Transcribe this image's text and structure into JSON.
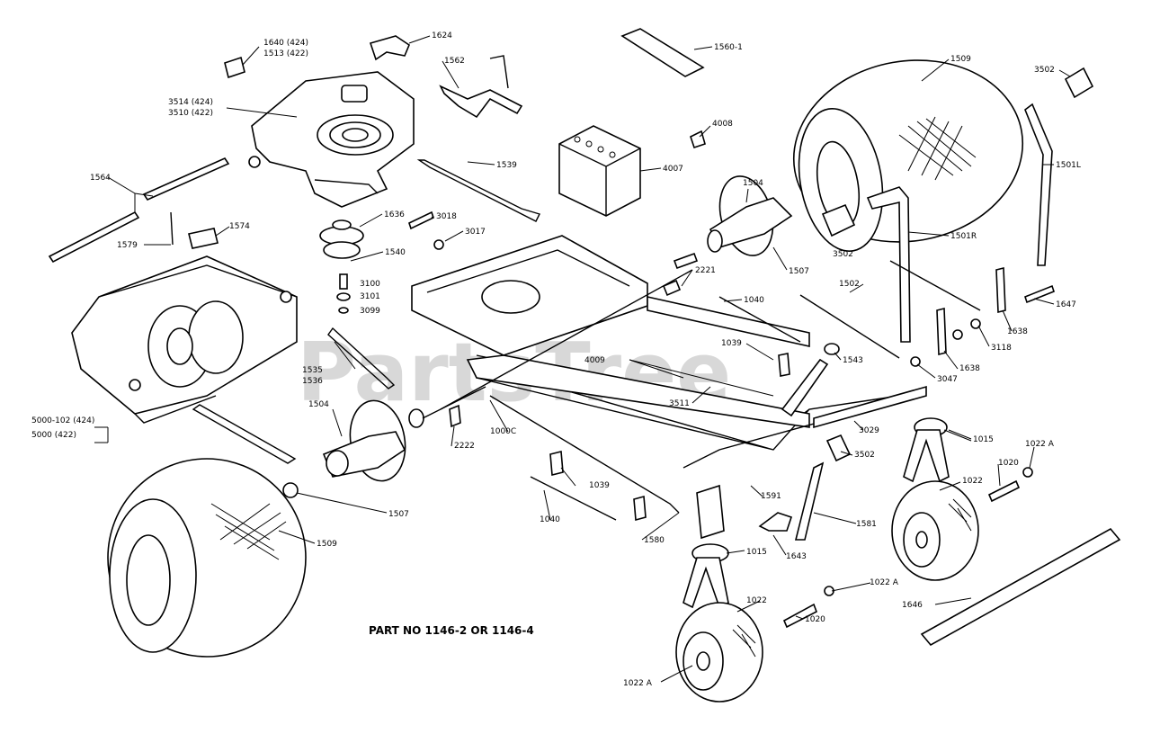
{
  "diagram": {
    "title": "PART NO 1146-2 OR 1146-4",
    "watermark": "PartsTree",
    "labels": [
      {
        "id": "l1640",
        "text": "1640 (424)"
      },
      {
        "id": "l1513",
        "text": "1513 (422)"
      },
      {
        "id": "l1624",
        "text": "1624"
      },
      {
        "id": "l1560",
        "text": "1560-1"
      },
      {
        "id": "l1562",
        "text": "1562"
      },
      {
        "id": "l1509a",
        "text": "1509"
      },
      {
        "id": "l3502a",
        "text": "3502"
      },
      {
        "id": "l3514",
        "text": "3514 (424)"
      },
      {
        "id": "l3510",
        "text": "3510 (422)"
      },
      {
        "id": "l4008",
        "text": "4008"
      },
      {
        "id": "l1501L",
        "text": "1501L"
      },
      {
        "id": "l1539",
        "text": "1539"
      },
      {
        "id": "l4007",
        "text": "4007"
      },
      {
        "id": "l1564",
        "text": "1564"
      },
      {
        "id": "l1504a",
        "text": "1504"
      },
      {
        "id": "l1636",
        "text": "1636"
      },
      {
        "id": "l3018",
        "text": "3018"
      },
      {
        "id": "l3017",
        "text": "3017"
      },
      {
        "id": "l1574",
        "text": "1574"
      },
      {
        "id": "l1579",
        "text": "1579"
      },
      {
        "id": "l1540",
        "text": "1540"
      },
      {
        "id": "l3502b",
        "text": "3502"
      },
      {
        "id": "l1501R",
        "text": "1501R"
      },
      {
        "id": "l1507a",
        "text": "1507"
      },
      {
        "id": "l2221",
        "text": "2221"
      },
      {
        "id": "l1502",
        "text": "1502"
      },
      {
        "id": "l3100",
        "text": "3100"
      },
      {
        "id": "l3101",
        "text": "3101"
      },
      {
        "id": "l3099",
        "text": "3099"
      },
      {
        "id": "l1040a",
        "text": "1040"
      },
      {
        "id": "l1647",
        "text": "1647"
      },
      {
        "id": "l1638a",
        "text": "1638"
      },
      {
        "id": "l1039a",
        "text": "1039"
      },
      {
        "id": "l3118",
        "text": "3118"
      },
      {
        "id": "l1543",
        "text": "1543"
      },
      {
        "id": "l1638b",
        "text": "1638"
      },
      {
        "id": "l1535",
        "text": "1535"
      },
      {
        "id": "l1536",
        "text": "1536"
      },
      {
        "id": "l4009",
        "text": "4009"
      },
      {
        "id": "l3047",
        "text": "3047"
      },
      {
        "id": "l3511",
        "text": "3511"
      },
      {
        "id": "l1504b",
        "text": "1504"
      },
      {
        "id": "l3029",
        "text": "3029"
      },
      {
        "id": "l10000",
        "text": "1000C"
      },
      {
        "id": "l1015a",
        "text": "1015"
      },
      {
        "id": "l2222",
        "text": "2222"
      },
      {
        "id": "l1022Aa",
        "text": "1022 A"
      },
      {
        "id": "l5000102",
        "text": "5000-102 (424)"
      },
      {
        "id": "l5000",
        "text": "5000 (422)"
      },
      {
        "id": "l3502c",
        "text": "3502"
      },
      {
        "id": "l1020a",
        "text": "1020"
      },
      {
        "id": "l1022a",
        "text": "1022"
      },
      {
        "id": "l1039b",
        "text": "1039"
      },
      {
        "id": "l1591",
        "text": "1591"
      },
      {
        "id": "l1507b",
        "text": "1507"
      },
      {
        "id": "l1040b",
        "text": "1040"
      },
      {
        "id": "l1581",
        "text": "1581"
      },
      {
        "id": "l1580",
        "text": "1580"
      },
      {
        "id": "l1509b",
        "text": "1509"
      },
      {
        "id": "l1015b",
        "text": "1015"
      },
      {
        "id": "l1643",
        "text": "1643"
      },
      {
        "id": "l1022Ab",
        "text": "1022 A"
      },
      {
        "id": "l1022b",
        "text": "1022"
      },
      {
        "id": "l1646",
        "text": "1646"
      },
      {
        "id": "l1020b",
        "text": "1020"
      },
      {
        "id": "l1022Ac",
        "text": "1022 A"
      }
    ]
  }
}
